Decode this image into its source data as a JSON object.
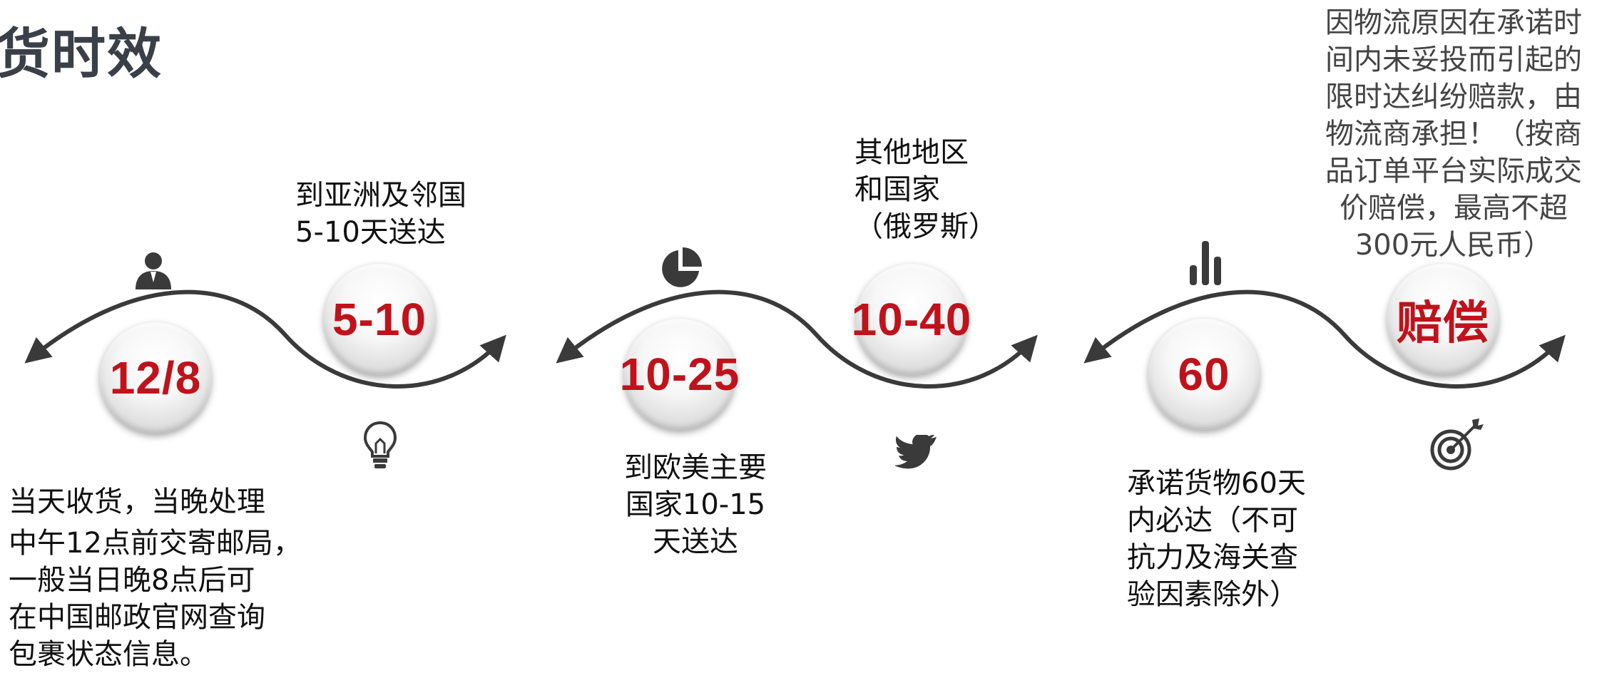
{
  "title": "货时效",
  "steps": [
    {
      "value": "12/8",
      "desc": [
        "当天收货，当晚处理",
        "中午12点前交寄邮局，",
        "一般当日晚8点后可",
        "在中国邮政官网查询",
        "包裹状态信息。"
      ]
    },
    {
      "value": "5-10",
      "desc": [
        "到亚洲及邻国",
        "5-10天送达"
      ]
    },
    {
      "value": "10-25",
      "desc": [
        "到欧美主要",
        "国家10-15",
        "天送达"
      ]
    },
    {
      "value": "10-40",
      "desc": [
        "其他地区",
        "和国家",
        "（俄罗斯）"
      ]
    },
    {
      "value": "60",
      "desc": [
        "承诺货物60天",
        "内必达（不可",
        "抗力及海关查",
        "验因素除外）"
      ]
    },
    {
      "value": "赔偿",
      "desc": [
        "因物流原因在承诺时",
        "间内未妥投而引起的",
        "限时达纠纷赔款，由",
        "物流商承担！（按商",
        "品订单平台实际成交",
        "价赔偿，最高不超",
        "300元人民币）"
      ]
    }
  ],
  "icons": [
    "person-icon",
    "lightbulb-icon",
    "pie-chart-icon",
    "twitter-bird-icon",
    "bar-chart-icon",
    "target-icon"
  ],
  "colors": {
    "accent": "#c0121b",
    "curve": "#3a3a3a",
    "title": "#3b3f47"
  }
}
